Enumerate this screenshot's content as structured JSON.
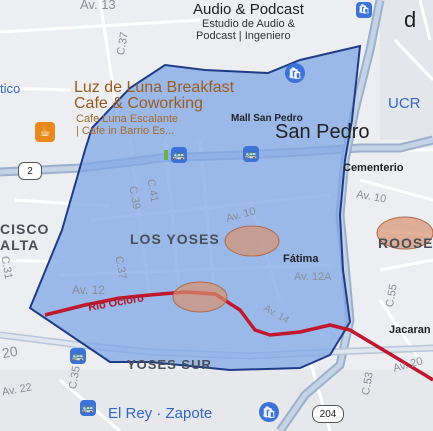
{
  "labels": {
    "av13": "Av. 13",
    "c37_top": "C.37",
    "audio_title": "Audio & Podcast",
    "audio_sub1": "Estudio de Audio &",
    "audio_sub2": "Podcast | Ingeniero",
    "edge_d": "d",
    "edge_tico": "tico",
    "luz_line1": "Luz de Luna Breakfast",
    "luz_line2": "Cafe & Coworking",
    "luz_sub1": "Cafe Luna Escalante",
    "luz_sub2": "| Cafe in Barrio Es...",
    "mall": "Mall San Pedro",
    "ucr": "UCR",
    "san_pedro": "San Pedro",
    "route2": "2",
    "cementerio": "Cementerio",
    "av10_right": "Av. 10",
    "c41": "C.41",
    "c39": "C.39",
    "av10_mid": "Av. 10",
    "cisco": "CISCO",
    "alta": "ALTA",
    "los_yoses": "LOS YOSES",
    "roose": "ROOSE",
    "fatima": "Fátima",
    "c31": "C.31",
    "c37_mid": "C.37",
    "av12a": "Av. 12A",
    "av12": "Av. 12",
    "rio_ocloro": "Río Ocloro",
    "av14": "Av. 14",
    "c55": "C.55",
    "c53": "C.53",
    "jacaranda": "Jacaran",
    "num20": "20",
    "yoses_sur": "YOSES SUR",
    "av22": "Av. 22",
    "c35": "C.35",
    "av20": "Av. 20",
    "el_rey": "El Rey · Zapote",
    "route204": "204"
  },
  "icons": {
    "cafe": "coffee-cup-icon",
    "bag": "shopping-bag-icon",
    "bus": "bus-stop-icon",
    "shield": "route-shield-icon"
  },
  "colors": {
    "polygon_fill": "#7fa7e6",
    "polygon_stroke": "#1f3c88",
    "river": "#c0182f",
    "highway": "#9ab0cc",
    "poi_blue": "#3367c8",
    "cafe_orange": "#e8891b",
    "highlight_ellipse": "#d9916e"
  }
}
